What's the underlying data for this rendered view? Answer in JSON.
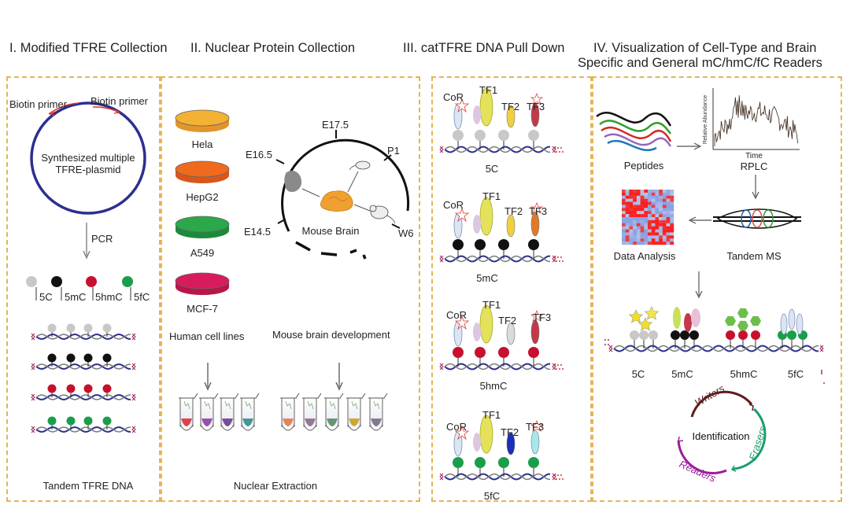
{
  "headers": {
    "s1": "I. Modified TFRE Collection",
    "s2": "II. Nuclear Protein Collection",
    "s3": "III. catTFRE DNA Pull Down",
    "s4_line1": "IV. Visualization of Cell-Type and Brain",
    "s4_line2": "Specific and General mC/hmC/fC Readers"
  },
  "section1": {
    "biotin_primer_left": "Biotin primer",
    "biotin_primer_right": "Biotin primer",
    "plasmid_line1": "Synthesized multiple",
    "plasmid_line2": "TFRE-plasmid",
    "pcr": "PCR",
    "legend": [
      "5C",
      "5mC",
      "5hmC",
      "5fC"
    ],
    "bottom_label": "Tandem TFRE DNA"
  },
  "section2": {
    "cell_lines": [
      "Hela",
      "HepG2",
      "A549",
      "MCF-7"
    ],
    "human_label": "Human cell lines",
    "time_points": [
      "E17.5",
      "E16.5",
      "P1",
      "E14.5",
      "W6"
    ],
    "brain_label": "Mouse Brain",
    "mouse_label": "Mouse brain development",
    "extraction": "Nuclear Extraction"
  },
  "section3": {
    "cor": "CoR",
    "tf1": "TF1",
    "tf2": "TF2",
    "tf3": "TF3",
    "rows": [
      "5C",
      "5mC",
      "5hmC",
      "5fC"
    ]
  },
  "section4": {
    "peptides": "Peptides",
    "rplc": "RPLC",
    "y_axis": "Relative Abundance",
    "x_axis": "Time",
    "data_analysis": "Data Analysis",
    "tandem_ms": "Tandem MS",
    "readers_labels": [
      "5C",
      "5mC",
      "5hmC",
      "5fC"
    ],
    "cycle_center": "Identification",
    "writers": "Writers",
    "erasers": "Erasers",
    "readers": "Readers"
  },
  "colors": {
    "panel_border": "#e6b456",
    "c5": "#c8c8c8",
    "m5": "#111111",
    "hm5": "#c8102e",
    "f5": "#1a9e4a",
    "dna_blue": "#2b2f8f"
  }
}
